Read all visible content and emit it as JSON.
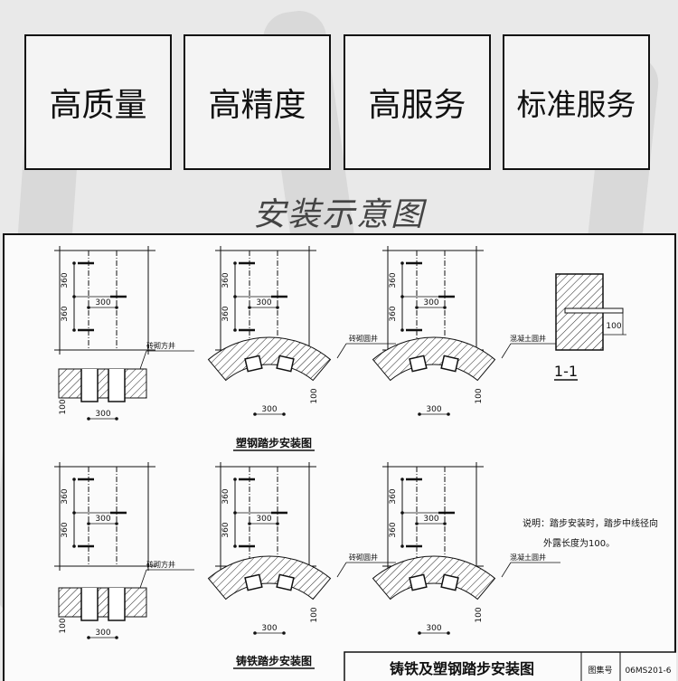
{
  "features": [
    "高质量",
    "高精度",
    "高服务",
    "标准服务"
  ],
  "section_title": "安装示意图",
  "drawing": {
    "dims": {
      "spacing_v": "360",
      "spacing_h": "300",
      "protrusion": "100"
    },
    "wells": {
      "brick_square": "砖砌方井",
      "brick_round": "砖砌圆井",
      "concrete_round": "混凝土圆井"
    },
    "caption_plastic": "塑钢踏步安装图",
    "caption_iron": "铸铁踏步安装图",
    "section_label": "1-1",
    "note_line1": "说明：踏步安装时，踏步中线径向",
    "note_line2": "外露长度为100。",
    "title_block": {
      "title": "铸铁及塑钢踏步安装图",
      "atlas_label": "图集号",
      "atlas_number": "06MS201-6"
    }
  }
}
